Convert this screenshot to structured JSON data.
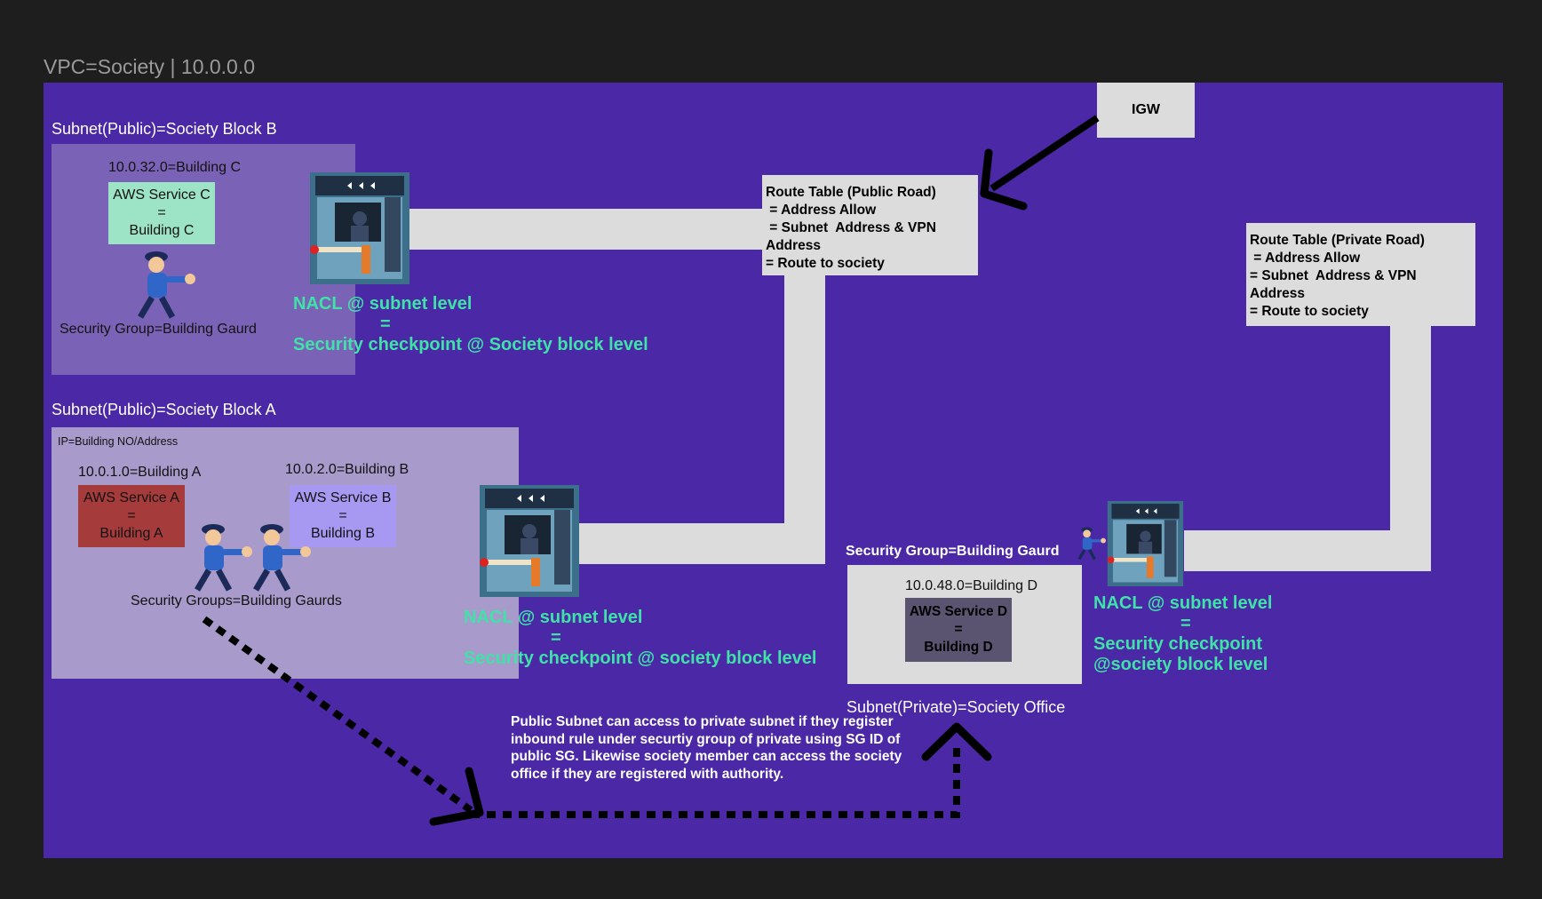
{
  "vpc": {
    "title": "VPC=Society | 10.0.0.0"
  },
  "igw": {
    "label": "IGW"
  },
  "block_b": {
    "title": "Subnet(Public)=Society Block B",
    "building_ip": "10.0.32.0=Building C",
    "service": [
      "AWS Service C",
      "=",
      "Building C"
    ],
    "sg_label": "Security Group=Building Gaurd",
    "nacl": [
      "NACL @ subnet level",
      "=",
      "Security checkpoint @ Society block level"
    ]
  },
  "block_a": {
    "title": "Subnet(Public)=Society Block A",
    "ip_note": "IP=Building NO/Address",
    "building_a_ip": "10.0.1.0=Building A",
    "service_a": [
      "AWS Service A",
      "=",
      "Building A"
    ],
    "building_b_ip": "10.0.2.0=Building B",
    "service_b": [
      "AWS Service B",
      "=",
      "Building B"
    ],
    "sg_label": "Security Groups=Building Gaurds",
    "nacl": [
      "NACL @ subnet level",
      "=",
      "Security checkpoint @ society block level"
    ]
  },
  "route_public": {
    "lines": [
      "Route Table (Public Road)",
      " = Address Allow",
      " = Subnet  Address & VPN",
      "Address",
      "= Route to society"
    ]
  },
  "route_private": {
    "lines": [
      "Route Table (Private Road)",
      " = Address Allow",
      "= Subnet  Address & VPN",
      "Address",
      "= Route to society"
    ]
  },
  "office": {
    "sg_label": "Security Group=Building Gaurd",
    "building_ip": "10.0.48.0=Building D",
    "service": [
      "AWS Service D",
      "=",
      "Building D"
    ],
    "title": "Subnet(Private)=Society Office",
    "nacl": [
      "NACL @ subnet level",
      "=",
      "Security checkpoint",
      "@society block level"
    ]
  },
  "note": "Public Subnet can access to private subnet if they register inbound rule under securtiy group of private using SG ID of public SG. Likewise society member can access the society office if they are registered with authority.",
  "colors": {
    "background": "#1e1e1e",
    "vpc_fill": "#4a28a6",
    "block_b_fill": "#7a63b6",
    "block_a_fill": "#a89bcb",
    "road": "#dcdcdc",
    "nacl_text": "#3fe3a8",
    "service_a": "#a63b3b",
    "service_b": "#a799f2",
    "service_c": "#9de3c5",
    "service_d": "#5a5470"
  }
}
